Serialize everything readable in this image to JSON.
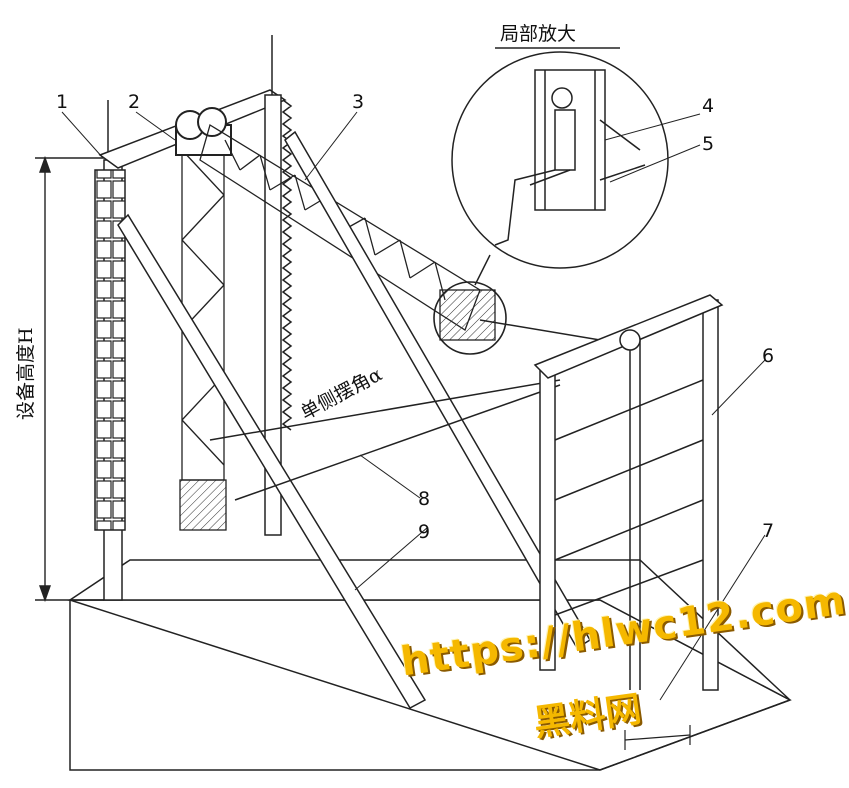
{
  "figure": {
    "zoom_label": "局部放大",
    "height_label": "设备高度H",
    "angle_label": "单侧摆角α",
    "callouts": [
      "1",
      "2",
      "3",
      "4",
      "5",
      "6",
      "7",
      "8",
      "9"
    ]
  },
  "watermark": {
    "url": "https://hlwc12.com",
    "site": "黑料网"
  }
}
